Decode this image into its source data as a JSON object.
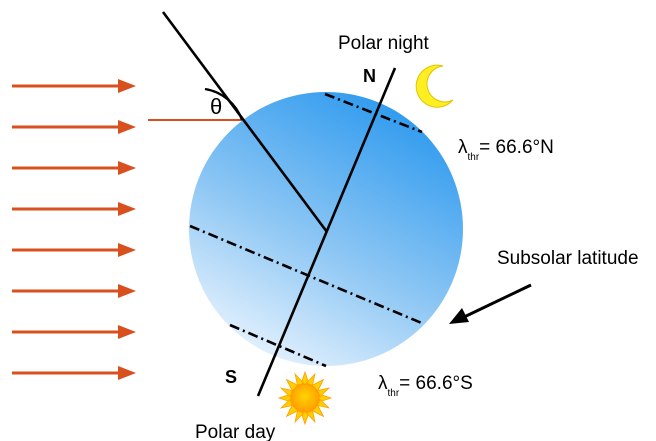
{
  "labels": {
    "polar_night": "Polar night",
    "polar_day": "Polar day",
    "north": "N",
    "south": "S",
    "theta": "θ",
    "subsolar_latitude": "Subsolar latitude",
    "threshold_north": {
      "symbol": "λ",
      "subscript": "thr",
      "value": "= 66.6°N"
    },
    "threshold_south": {
      "symbol": "λ",
      "subscript": "thr",
      "value": "= 66.6°S"
    }
  },
  "icons": {
    "moon": "crescent-moon-icon",
    "sun": "sun-icon"
  },
  "colors": {
    "sun_rays": "#d9501f",
    "globe_light": "#dcecfc",
    "globe_dark": "#3aa0ee",
    "moon": "#ffee22",
    "sun": "#ffcc00",
    "sun_rim": "#ff8c00",
    "lines": "#000000"
  }
}
